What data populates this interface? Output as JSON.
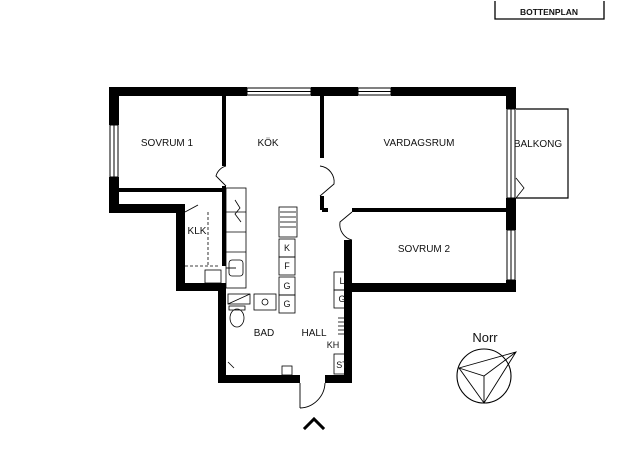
{
  "plan": {
    "level_label": "BOTTENPLAN",
    "rooms": {
      "sovrum1": "SOVRUM 1",
      "kok": "KÖK",
      "vardagsrum": "VARDAGSRUM",
      "balkong": "BALKONG",
      "klk": "KLK",
      "sovrum2": "SOVRUM 2",
      "bad": "BAD",
      "hall": "HALL"
    },
    "fixtures": {
      "k": "K",
      "f": "F",
      "g1": "G",
      "g2": "G",
      "l": "L",
      "g3": "G",
      "kh": "KH",
      "st": "ST"
    },
    "compass_label": "Norr",
    "entrance_icon": "chevron-up-icon",
    "wall_color": "#000000"
  }
}
